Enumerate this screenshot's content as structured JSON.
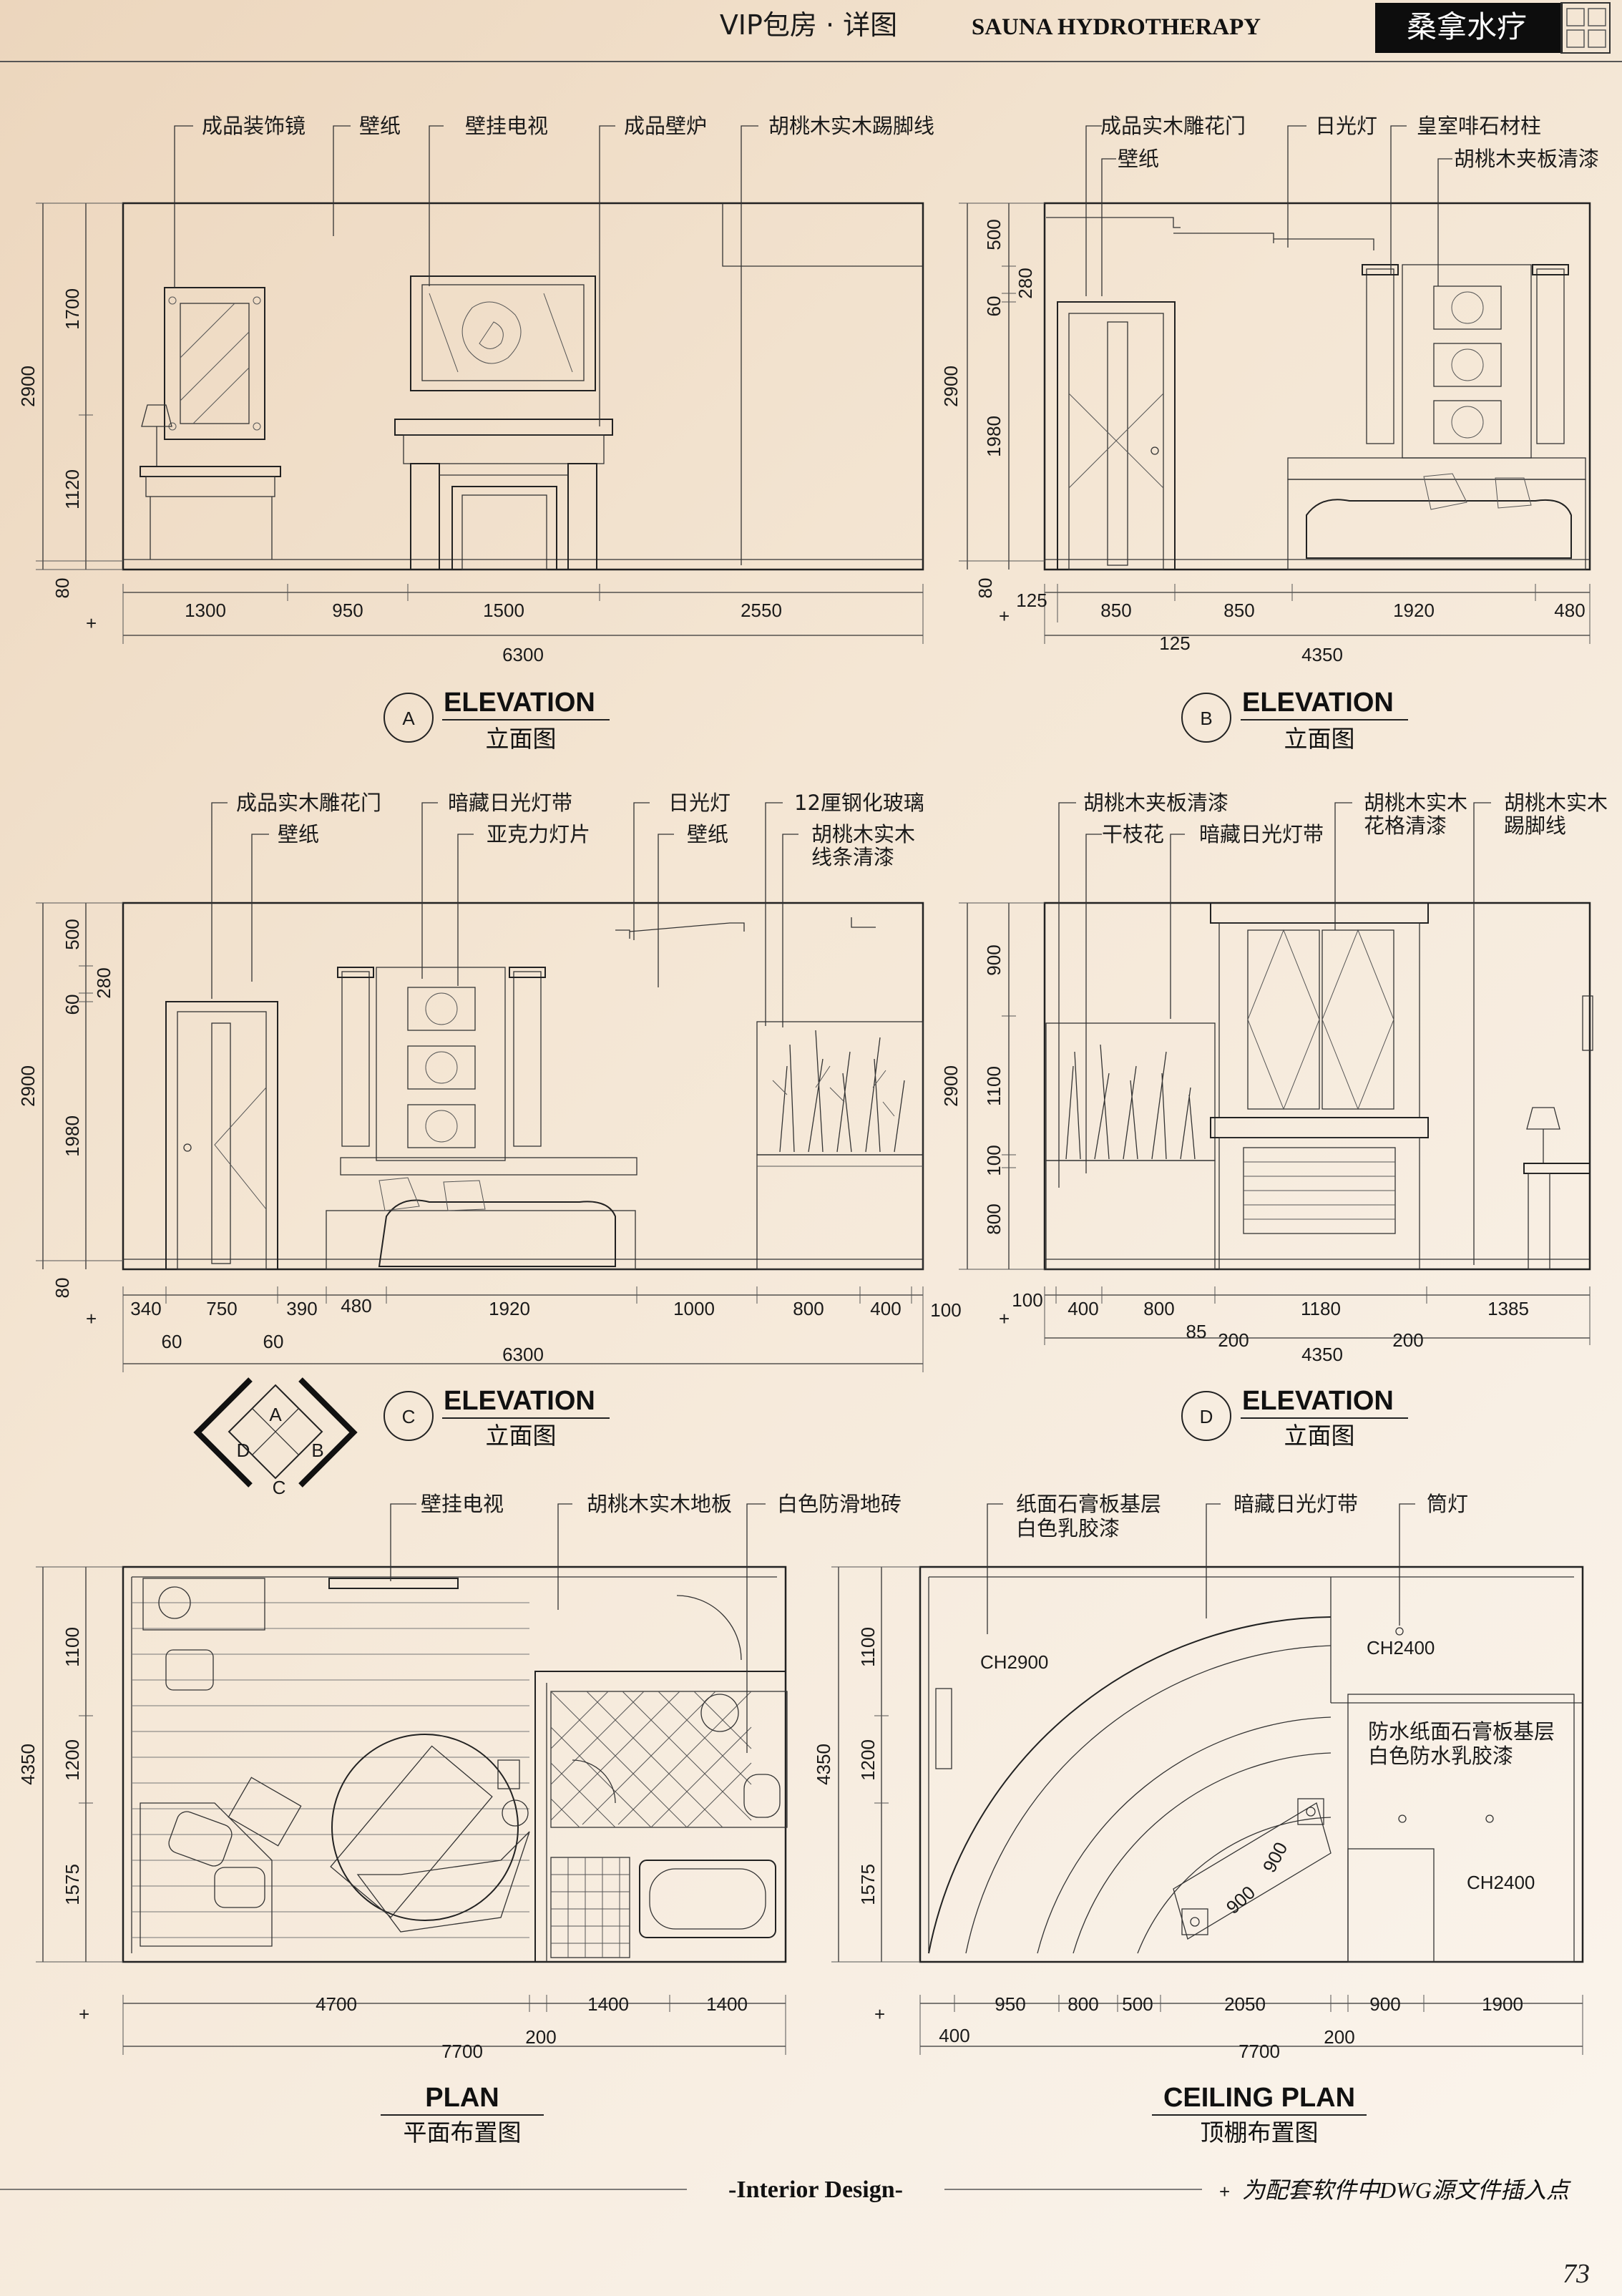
{
  "header": {
    "title": "VIP包房 · 详图",
    "subtitle_en": "SAUNA HYDROTHERAPY",
    "subtitle_cn": "桑拿水疗"
  },
  "elevation_a": {
    "labels": [
      "成品装饰镜",
      "壁纸",
      "壁挂电视",
      "成品壁炉",
      "胡桃木实木踢脚线"
    ],
    "dims_vertical": [
      "2900",
      "1700",
      "1120",
      "80"
    ],
    "dims_horizontal": [
      "1300",
      "950",
      "1500",
      "2550"
    ],
    "total": "6300",
    "marker": "A",
    "title_en": "ELEVATION",
    "title_cn": "立面图"
  },
  "elevation_b": {
    "labels": [
      "成品实木雕花门",
      "壁纸",
      "日光灯",
      "皇室啡石材柱",
      "胡桃木夹板清漆"
    ],
    "dims_vertical": [
      "2900",
      "500",
      "280",
      "60",
      "1980",
      "80"
    ],
    "dims_horizontal": [
      "125",
      "850",
      "850",
      "1920",
      "480"
    ],
    "dim_extra": "125",
    "total": "4350",
    "marker": "B",
    "title_en": "ELEVATION",
    "title_cn": "立面图"
  },
  "elevation_c": {
    "labels": [
      "成品实木雕花门",
      "壁纸",
      "暗藏日光灯带",
      "亚克力灯片",
      "日光灯",
      "壁纸",
      "12厘钢化玻璃",
      "胡桃木实木",
      "线条清漆"
    ],
    "dims_vertical": [
      "2900",
      "500",
      "280",
      "60",
      "1980",
      "80"
    ],
    "dims_horizontal": [
      "340",
      "750",
      "390",
      "480",
      "1920",
      "1000",
      "800",
      "400",
      "100"
    ],
    "dims_sub": [
      "60",
      "60"
    ],
    "total": "6300",
    "marker": "C",
    "title_en": "ELEVATION",
    "title_cn": "立面图"
  },
  "elevation_d": {
    "labels": [
      "胡桃木夹板清漆",
      "干枝花",
      "暗藏日光灯带",
      "胡桃木实木",
      "花格清漆",
      "胡桃木实木",
      "踢脚线"
    ],
    "dims_vertical": [
      "2900",
      "900",
      "1100",
      "100",
      "800"
    ],
    "dims_horizontal": [
      "100",
      "400",
      "800",
      "1180",
      "1385"
    ],
    "dims_sub": [
      "85",
      "200",
      "200"
    ],
    "total": "4350",
    "marker": "D",
    "title_en": "ELEVATION",
    "title_cn": "立面图"
  },
  "compass": [
    "A",
    "B",
    "C",
    "D"
  ],
  "plan": {
    "labels": [
      "壁挂电视",
      "胡桃木实木地板",
      "白色防滑地砖"
    ],
    "dims_vertical": [
      "4350",
      "1100",
      "1200",
      "1575"
    ],
    "dims_horizontal": [
      "4700",
      "1400",
      "1400"
    ],
    "dim_extra": "200",
    "total": "7700",
    "title_en": "PLAN",
    "title_cn": "平面布置图"
  },
  "ceiling_plan": {
    "labels": [
      "纸面石膏板基层",
      "白色乳胶漆",
      "暗藏日光灯带",
      "筒灯"
    ],
    "inner_texts": [
      "CH2900",
      "CH2400",
      "防水纸面石膏板基层",
      "白色防水乳胶漆",
      "CH2400",
      "900",
      "900"
    ],
    "dims_vertical": [
      "4350",
      "1100",
      "1200",
      "1575"
    ],
    "dims_horizontal": [
      "400",
      "950",
      "800",
      "500",
      "2050",
      "900",
      "1900"
    ],
    "dim_extra": "200",
    "total": "7700",
    "title_en": "CEILING PLAN",
    "title_cn": "顶棚布置图"
  },
  "footer": {
    "center": "-Interior Design-",
    "note": "为配套软件中DWG源文件插入点",
    "page_number": "73"
  }
}
